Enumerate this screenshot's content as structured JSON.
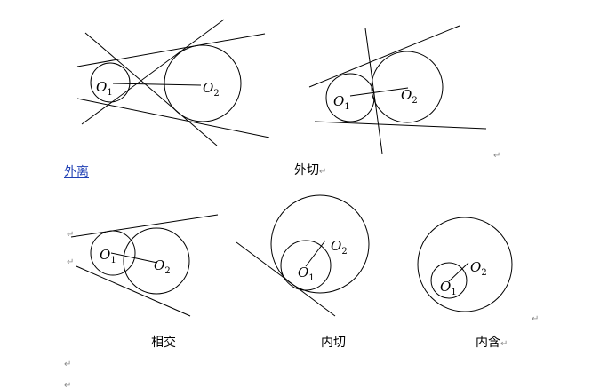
{
  "figure": {
    "panels": [
      {
        "caption": "外离",
        "center_1": {
          "letter": "O",
          "index": "1"
        },
        "center_2": {
          "letter": "O",
          "index": "2"
        }
      },
      {
        "caption": "外切",
        "center_1": {
          "letter": "O",
          "index": "1"
        },
        "center_2": {
          "letter": "O",
          "index": "2"
        }
      },
      {
        "caption": "相交",
        "center_1": {
          "letter": "O",
          "index": "1"
        },
        "center_2": {
          "letter": "O",
          "index": "2"
        }
      },
      {
        "caption": "内切",
        "center_1": {
          "letter": "O",
          "index": "1"
        },
        "center_2": {
          "letter": "O",
          "index": "2"
        }
      },
      {
        "caption": "内含",
        "center_1": {
          "letter": "O",
          "index": "1"
        },
        "center_2": {
          "letter": "O",
          "index": "2"
        }
      }
    ],
    "paragraph_mark": "↵"
  }
}
